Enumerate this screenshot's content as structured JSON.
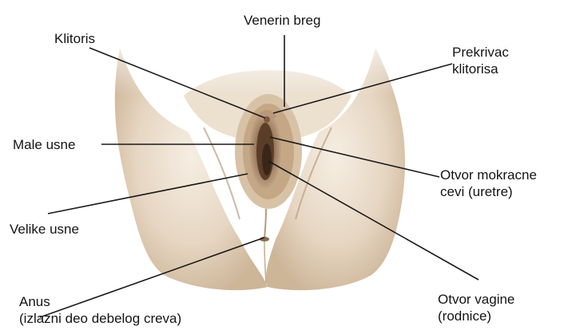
{
  "labels": {
    "mons": "Venerin breg",
    "clitoris": "Klitoris",
    "hood_line1": "Prekrivac",
    "hood_line2": "klitorisa",
    "labia_minora": "Male usne",
    "urethra_line1": "Otvor mokracne",
    "urethra_line2": "cevi (uretre)",
    "labia_majora": "Velike usne",
    "vagina_line1": "Otvor vagine",
    "vagina_line2": "(rodnice)",
    "anus_line1": "Anus",
    "anus_line2": "(izlazni deo debelog creva)"
  },
  "colors": {
    "background": "#ffffff",
    "skin_light": "#f1e6d8",
    "skin_mid": "#d9c5ad",
    "skin_shadow": "#a88d70",
    "leader_line": "#1a1a1a",
    "label_text": "#141414"
  }
}
